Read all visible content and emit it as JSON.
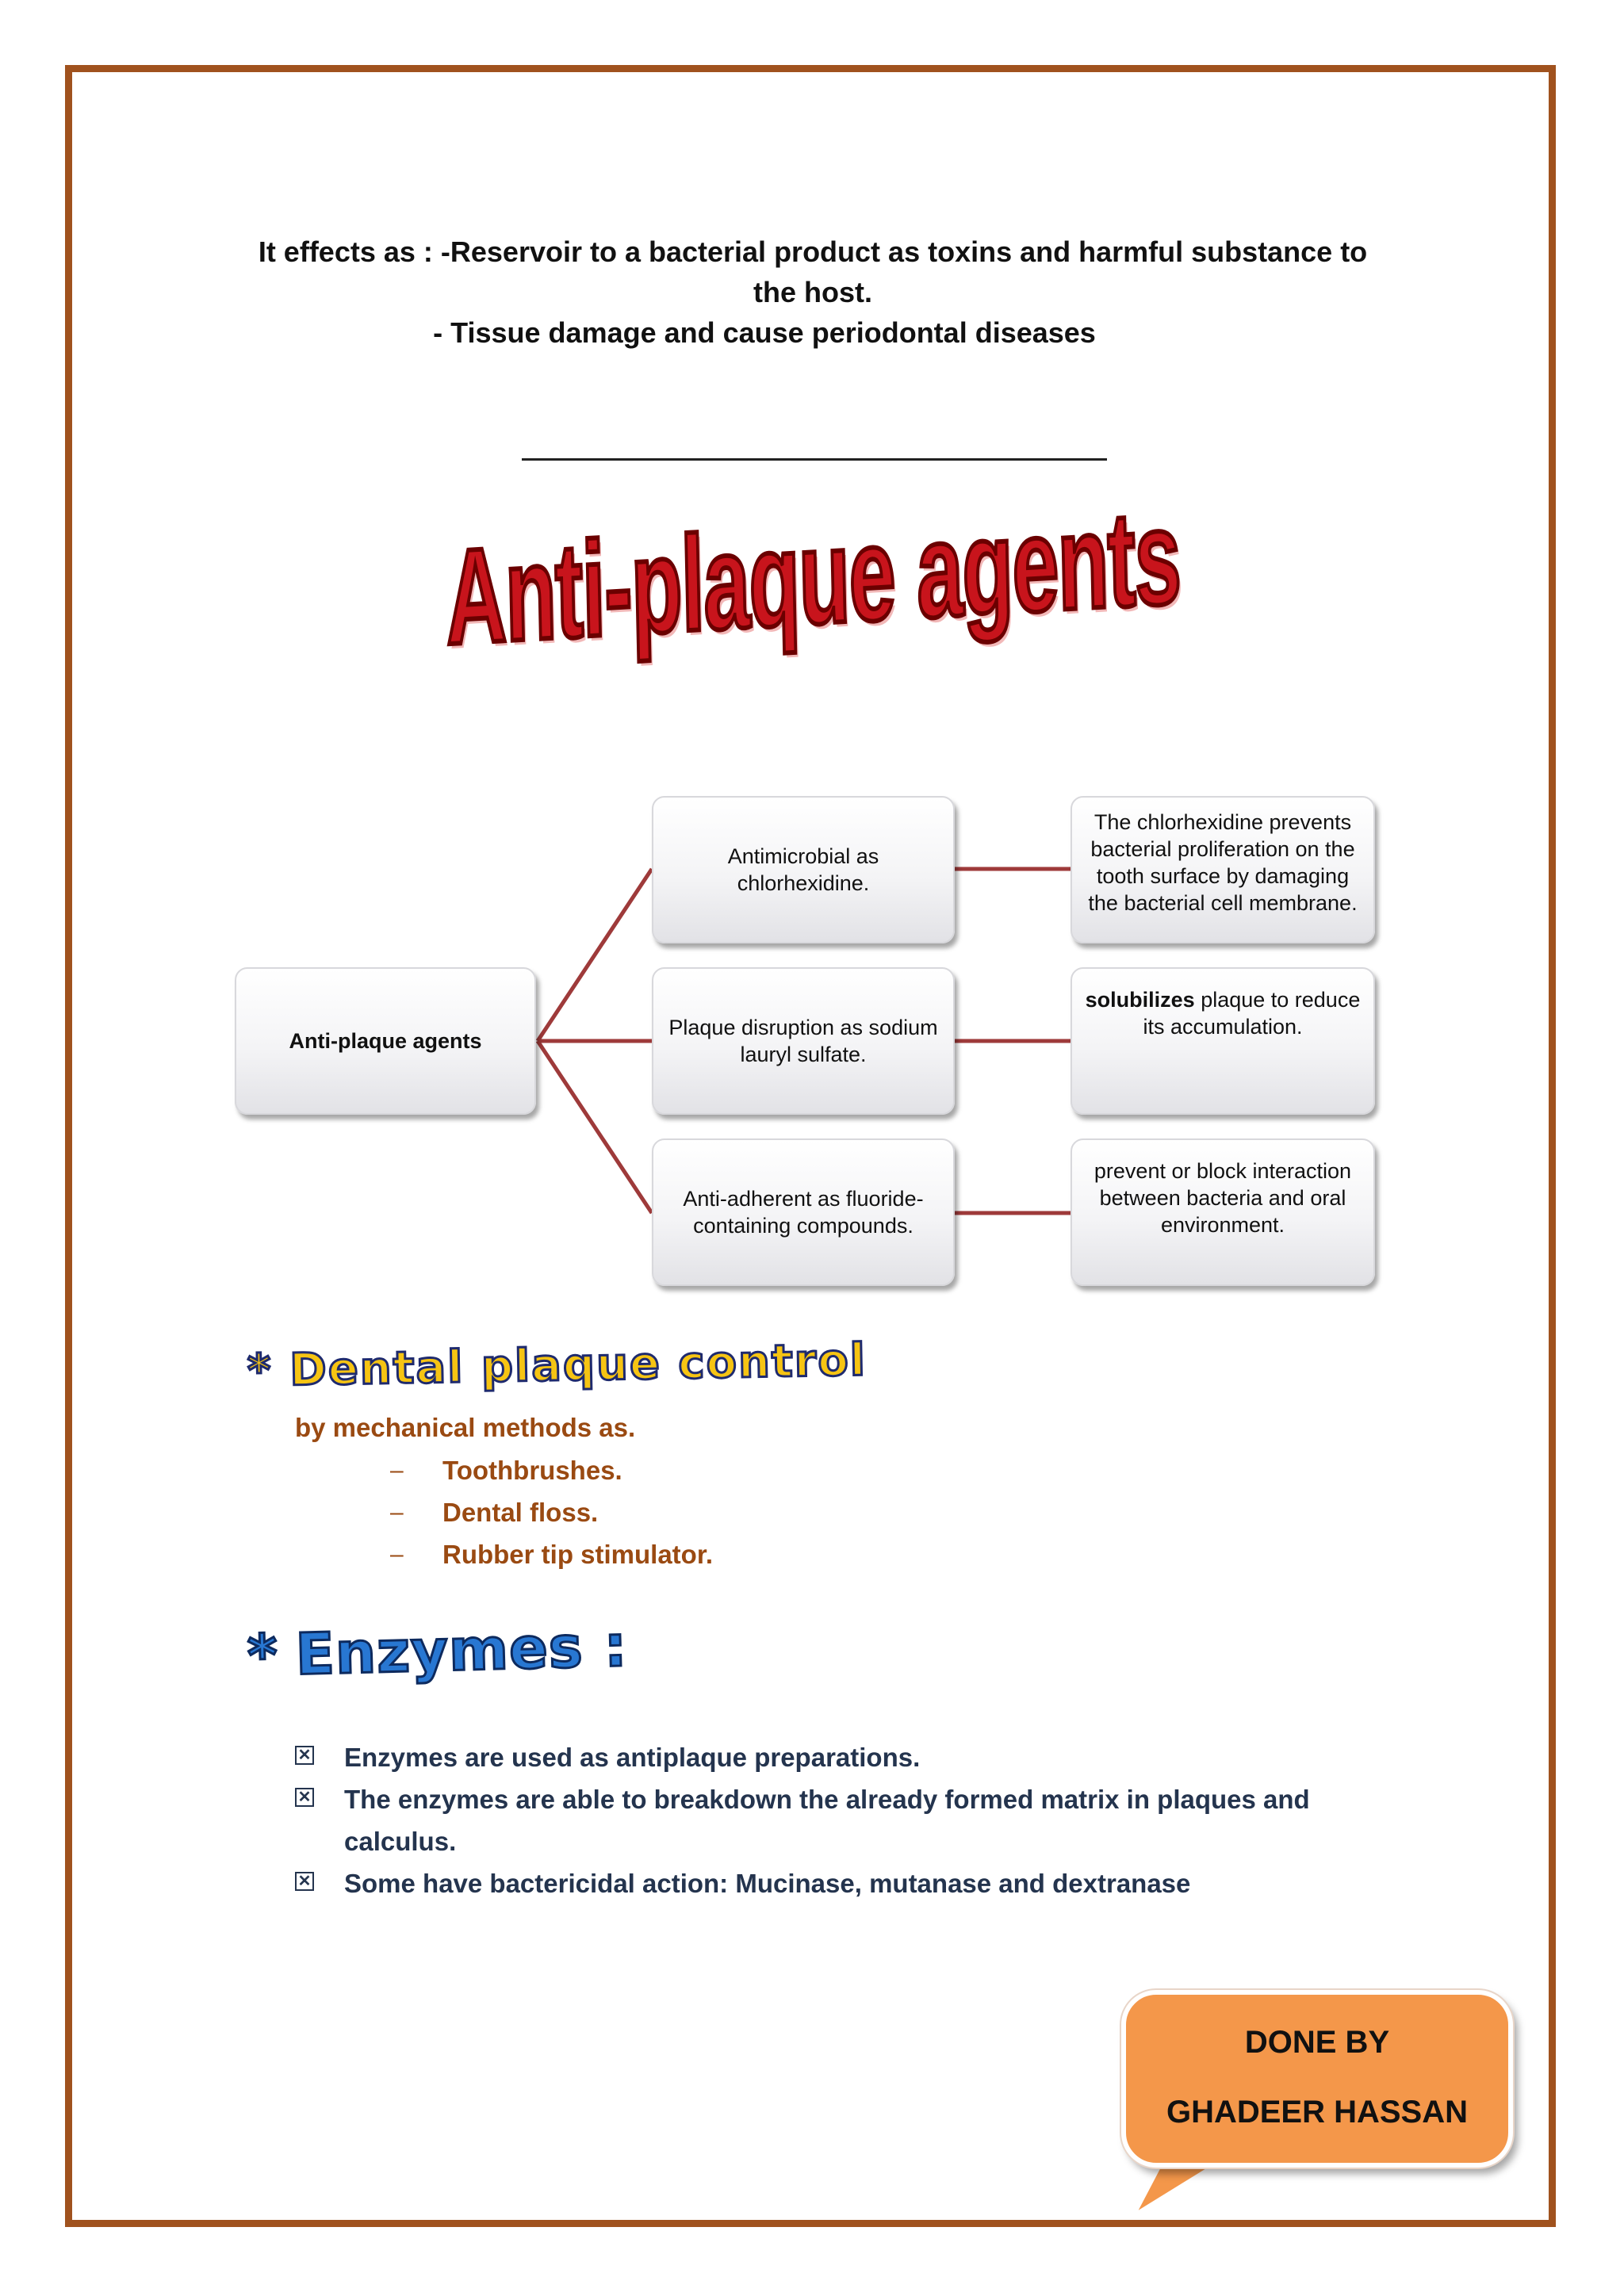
{
  "intro": {
    "line1": "It effects as : -Reservoir to a bacterial product as toxins and harmful substance to",
    "line2": "the host.",
    "line3": "- Tissue damage and cause periodontal diseases"
  },
  "title": "Anti-plaque agents",
  "diagram": {
    "root": "Anti-plaque agents",
    "branches": [
      {
        "type": "Antimicrobial as chlorhexidine.",
        "effect_pre": "",
        "effect_bold": "",
        "effect": "The chlorhexidine prevents bacterial proliferation on the tooth surface by damaging the bacterial cell membrane."
      },
      {
        "type": "Plaque disruption as sodium lauryl sulfate.",
        "effect_pre": "",
        "effect_bold": "solubilizes",
        "effect": " plaque to reduce its accumulation."
      },
      {
        "type": "Anti-adherent as fluoride-containing compounds.",
        "effect_pre": "",
        "effect_bold": "",
        "effect": "prevent or block interaction between bacteria and oral environment."
      }
    ],
    "connector_color": "#9e3a3a"
  },
  "dental_plaque_control": {
    "star": "*",
    "heading": "Dental plaque control",
    "subtitle": "by mechanical methods as.",
    "dash": "–",
    "items": [
      "Toothbrushes.",
      "Dental floss.",
      "Rubber tip stimulator."
    ]
  },
  "enzymes": {
    "star": "*",
    "heading": "Enzymes :",
    "bullet_icon": "x-checkbox-icon",
    "items": [
      "Enzymes are used as antiplaque preparations.",
      "The enzymes are able to breakdown the already formed matrix in plaques and calculus.",
      "Some have bactericidal action: Mucinase, mutanase and dextranase"
    ]
  },
  "signature": {
    "line1": "DONE BY",
    "line2": "GHADEER HASSAN"
  },
  "colors": {
    "frame": "#a0521e",
    "brown_text": "#9a4a12",
    "bullet_text": "#24344e",
    "bubble": "#f4974a",
    "title_red": "#c8141c",
    "enzymes_blue": "#2877d2",
    "plaque_yellow": "#f6c413"
  }
}
